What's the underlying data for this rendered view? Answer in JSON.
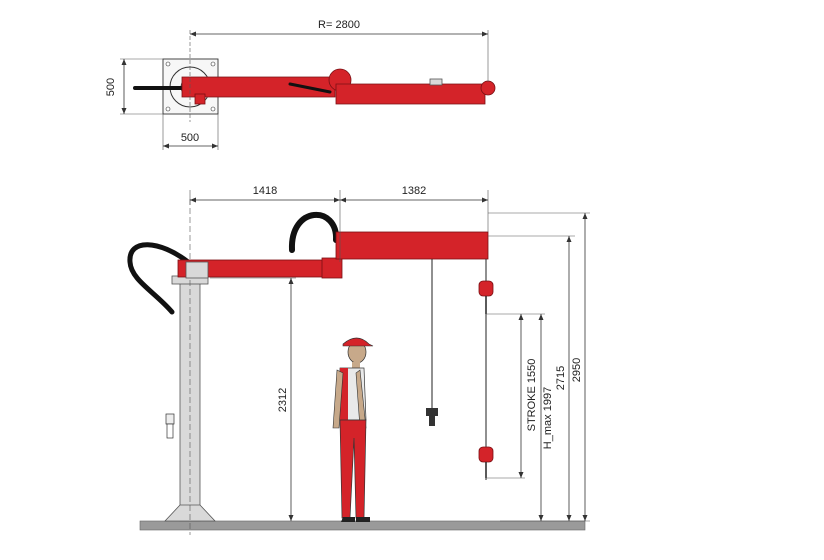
{
  "top_view": {
    "radius_label": "R= 2800",
    "base_width_label": "500",
    "base_depth_label": "500"
  },
  "side_view": {
    "inner_arm_label": "1418",
    "outer_arm_label": "1382",
    "column_height_label": "2312",
    "stroke_label": "STROKE  1550",
    "hmax_label": "H_max  1997",
    "height_2715_label": "2715",
    "height_2950_label": "2950"
  },
  "colors": {
    "arm_red": "#d42329",
    "outline_dark": "#7a1014",
    "column_grey": "#d9d9d9",
    "hose_black": "#111111",
    "floor_grey": "#9a9a9a"
  }
}
